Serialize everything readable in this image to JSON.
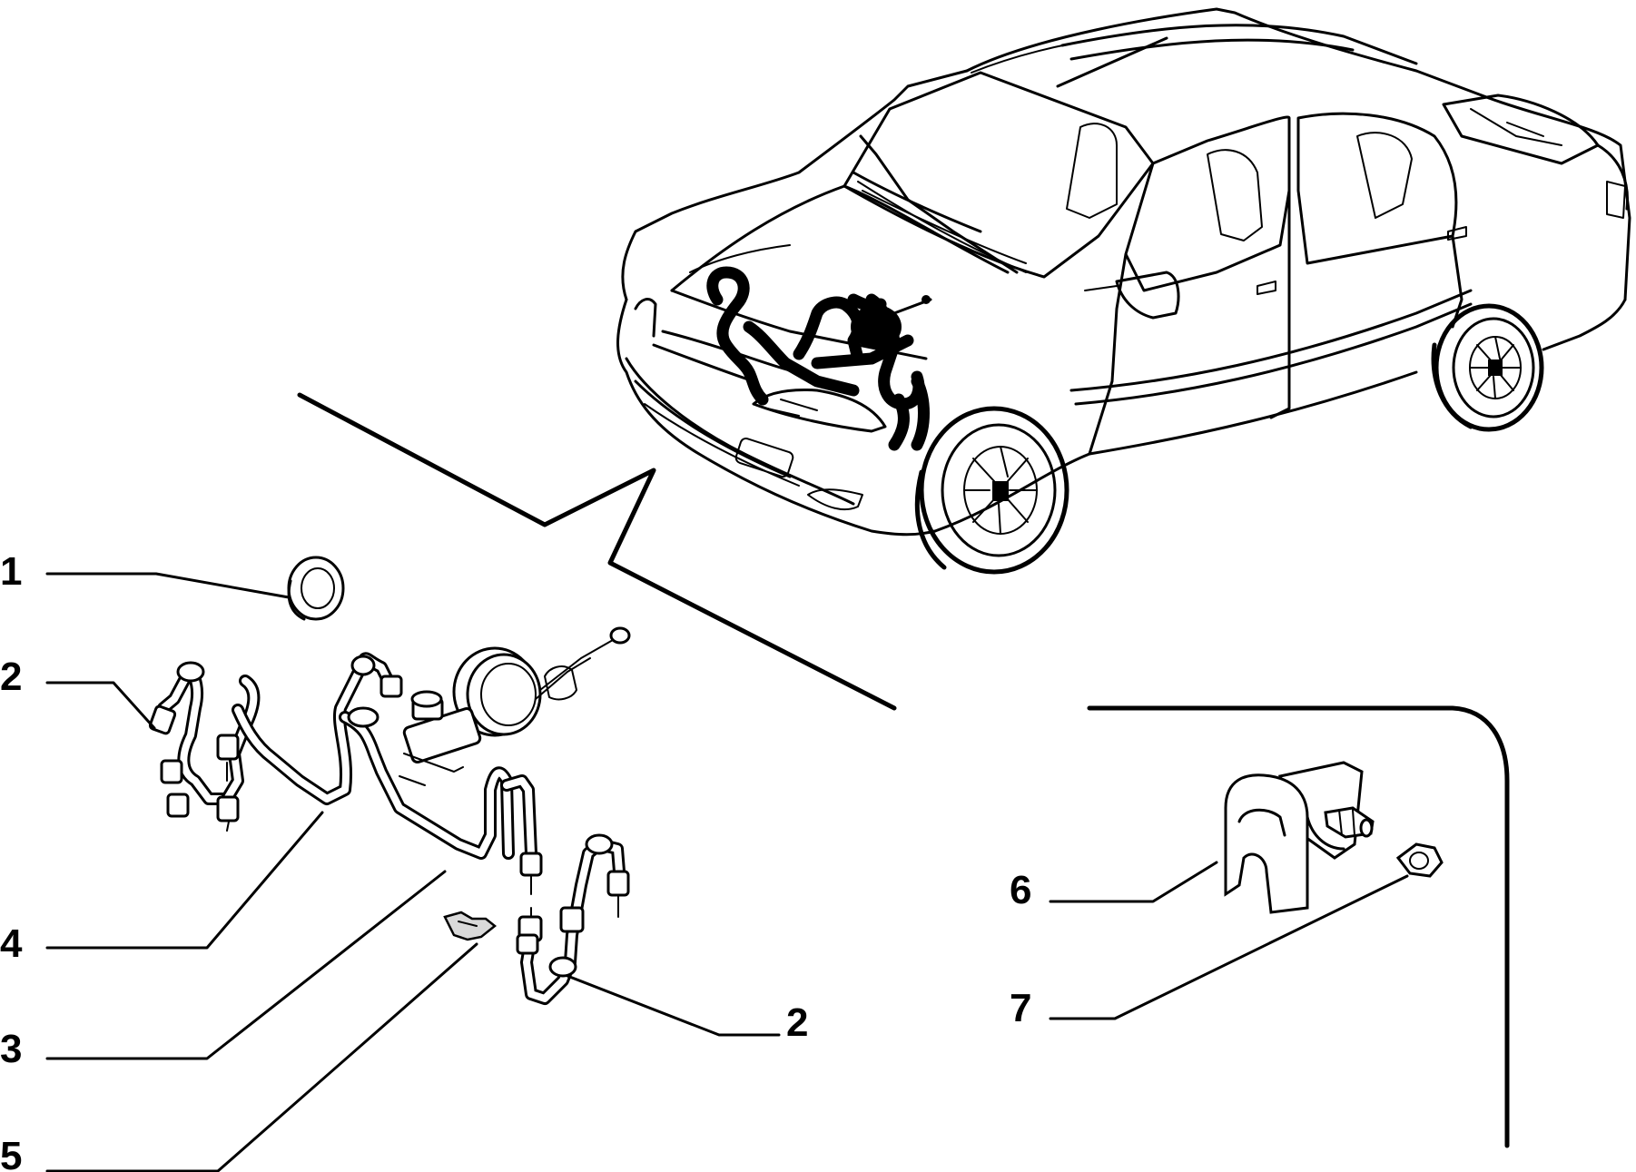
{
  "callouts": [
    {
      "id": "c1",
      "label": "1"
    },
    {
      "id": "c2a",
      "label": "2"
    },
    {
      "id": "c4",
      "label": "4"
    },
    {
      "id": "c3",
      "label": "3"
    },
    {
      "id": "c5",
      "label": "5"
    },
    {
      "id": "c2b",
      "label": "2"
    },
    {
      "id": "c6",
      "label": "6"
    },
    {
      "id": "c7",
      "label": "7"
    }
  ],
  "colors": {
    "ink": "#000000",
    "paper": "#ffffff"
  }
}
